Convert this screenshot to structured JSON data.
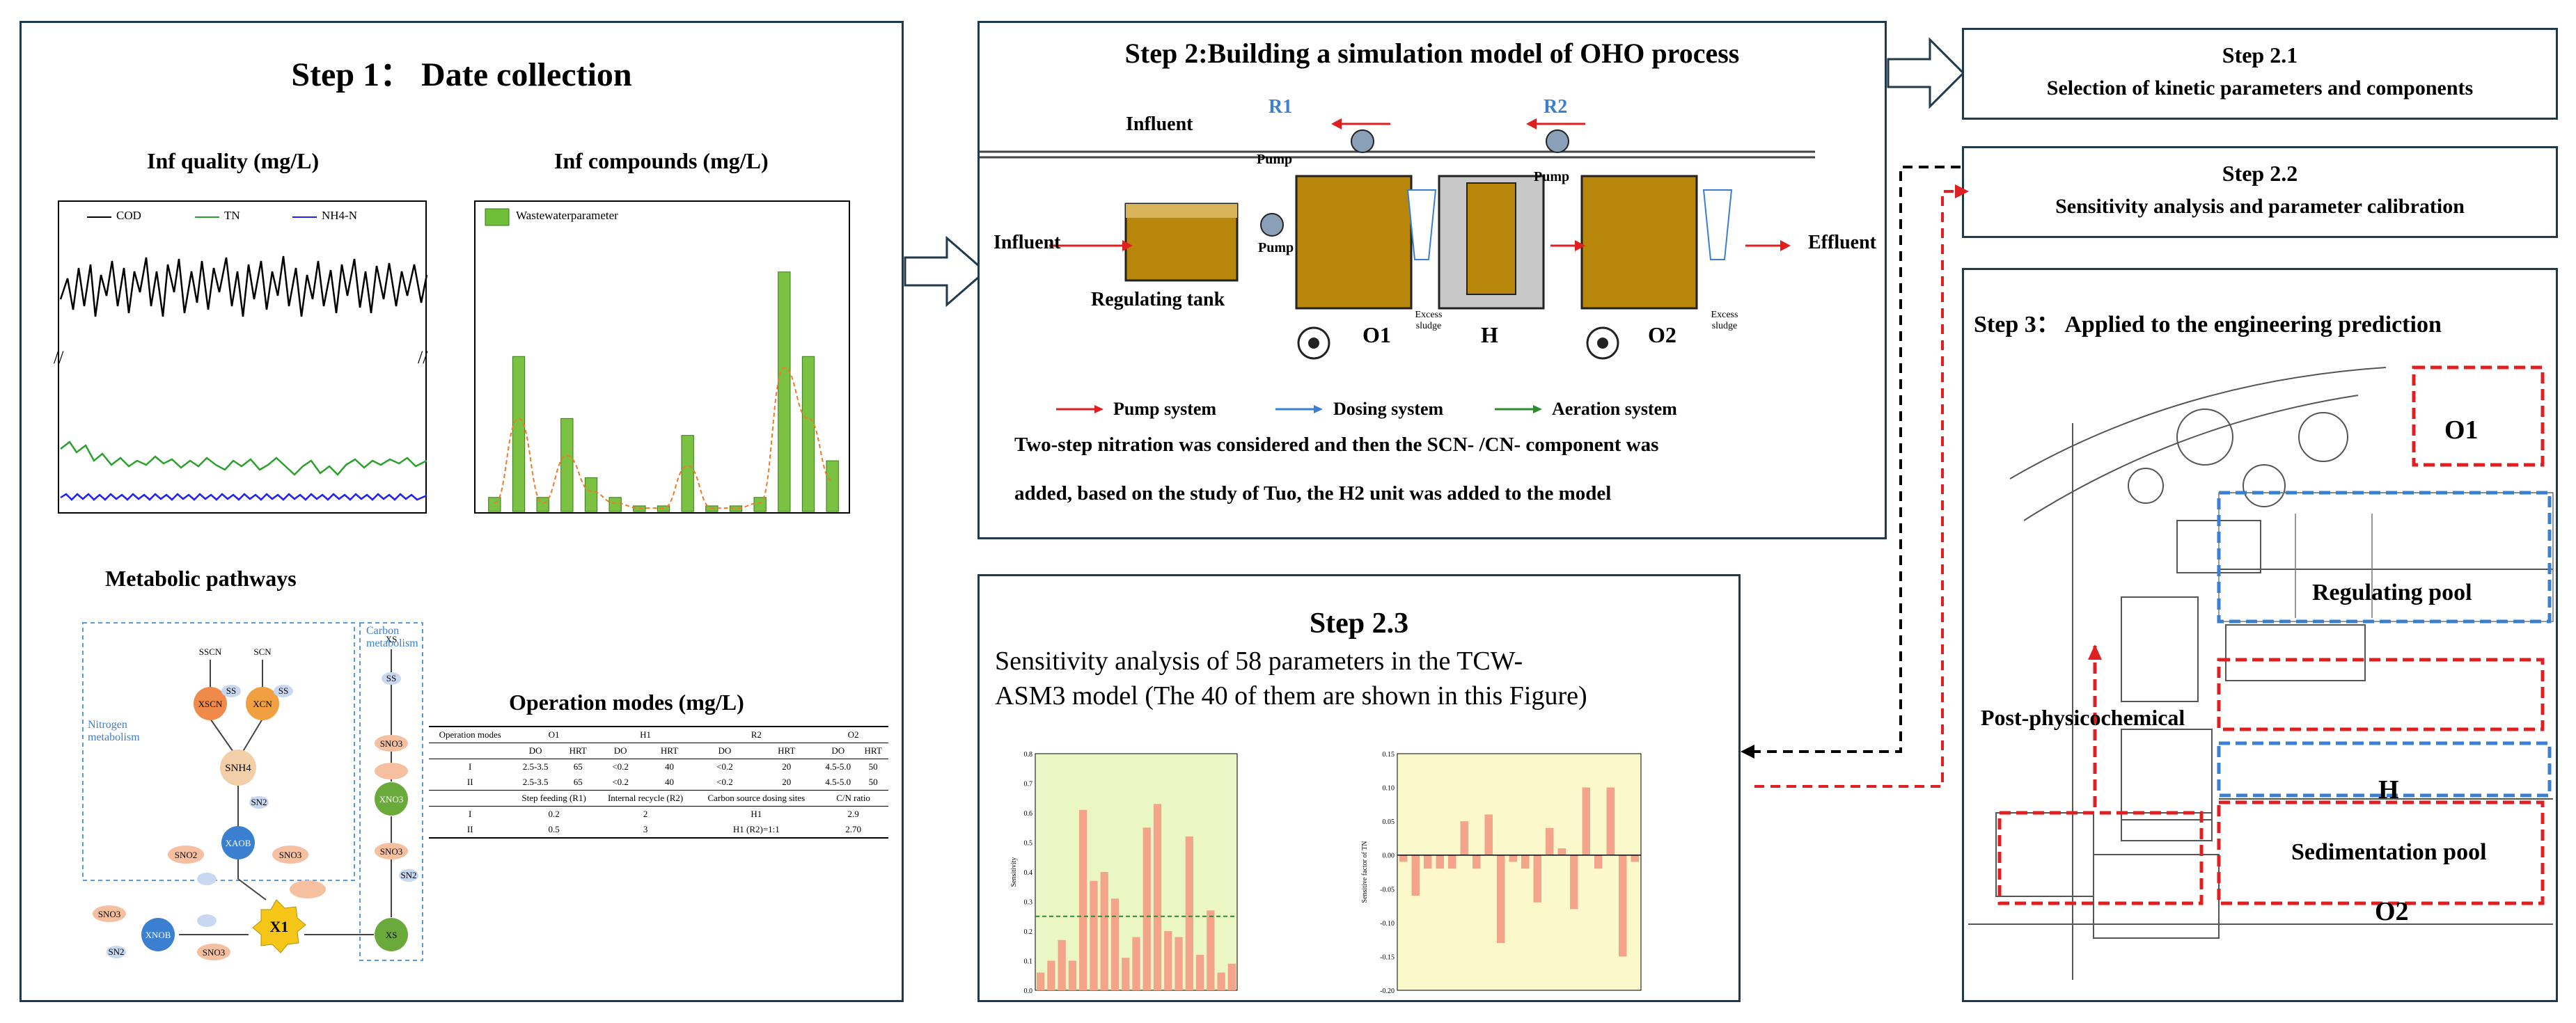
{
  "step1": {
    "title": "Step 1：  Date collection",
    "inf_quality": {
      "title": "Inf quality (mg/L)",
      "legend": [
        "COD",
        "TN",
        "NH4-N"
      ],
      "colors": [
        "#000000",
        "#2ca02c",
        "#1f1fff"
      ]
    },
    "inf_compounds": {
      "title": "Inf compounds (mg/L)",
      "legend": "Wastewaterparameter",
      "values": [
        0.05,
        0.55,
        0.05,
        0.33,
        0.12,
        0.05,
        0.02,
        0.02,
        0.27,
        0.02,
        0.02,
        0.05,
        0.85,
        0.55,
        0.18
      ]
    },
    "metabolic": {
      "title": "Metabolic pathways",
      "nitrogen_label": "Nitrogen metabolism",
      "carbon_label": "Carbon metabolism",
      "nodes": [
        "SSCN",
        "SCN",
        "SS",
        "SS",
        "XSCN",
        "XCN",
        "SNH4",
        "SN2",
        "XAOB",
        "SNO2",
        "SNO3",
        "XNOB",
        "SNO3",
        "SN2",
        "X1",
        "XS",
        "SS",
        "SNO3",
        "XNO3",
        "SN2",
        "SNO3",
        "SNO3",
        "XS"
      ]
    },
    "operation": {
      "title": "Operation modes (mg/L)",
      "header1": [
        "Operation modes",
        "O1",
        "H1",
        "R2",
        "O2"
      ],
      "header2": [
        "",
        "DO",
        "HRT",
        "DO",
        "HRT",
        "DO",
        "HRT",
        "DO",
        "HRT"
      ],
      "rows1": [
        [
          "I",
          "2.5-3.5",
          "65",
          "<0.2",
          "40",
          "<0.2",
          "20",
          "4.5-5.0",
          "50"
        ],
        [
          "II",
          "2.5-3.5",
          "65",
          "<0.2",
          "40",
          "<0.2",
          "20",
          "4.5-5.0",
          "50"
        ]
      ],
      "header3": [
        "",
        "Step feeding (R1)",
        "Internal recycle (R2)",
        "Carbon source dosing sites",
        "C/N ratio"
      ],
      "rows2": [
        [
          "I",
          "0.2",
          "2",
          "H1",
          "2.9"
        ],
        [
          "II",
          "0.5",
          "3",
          "H1 (R2)=1:1",
          "2.70"
        ]
      ]
    }
  },
  "step2": {
    "title": "Step 2:Building a simulation model of OHO process",
    "labels": {
      "influent_top": "Influent",
      "influent_left": "Influent",
      "effluent": "Effluent",
      "r1": "R1",
      "r2": "R2",
      "pump1": "Pump",
      "pump2": "Pump",
      "pump3": "Pump",
      "regulating_tank": "Regulating tank",
      "o1": "O1",
      "h": "H",
      "o2": "O2",
      "excess1": "Excess sludge",
      "excess2": "Excess sludge"
    },
    "legend": [
      "Pump system",
      "Dosing system",
      "Aeration system"
    ],
    "legend_colors": [
      "#e02020",
      "#3a7fd0",
      "#2e8b2e"
    ],
    "description_line1": "Two-step nitration was considered and then the SCN- /CN- component was",
    "description_line2": "added, based on the study of  Tuo, the H2 unit was added to the model"
  },
  "step21": {
    "title": "Step 2.1",
    "subtitle": "Selection of kinetic parameters and components"
  },
  "step22": {
    "title": "Step 2.2",
    "subtitle": "Sensitivity analysis and parameter calibration"
  },
  "step23": {
    "title": "Step 2.3",
    "line1": "Sensitivity analysis of 58 parameters in the TCW-",
    "line2": "ASM3 model (The 40 of them are shown in this Figure)",
    "left_chart": {
      "ylabel": "Sensitivity",
      "ticks": [
        "0.0",
        "0.1",
        "0.2",
        "0.3",
        "0.4",
        "0.5",
        "0.6",
        "0.7",
        "0.8"
      ],
      "threshold": 0.25,
      "values": [
        0.06,
        0.1,
        0.17,
        0.1,
        0.61,
        0.37,
        0.4,
        0.31,
        0.11,
        0.18,
        0.55,
        0.63,
        0.2,
        0.18,
        0.52,
        0.12,
        0.27,
        0.06,
        0.09
      ]
    },
    "right_chart": {
      "ylabel": "Sensitive factor of TN",
      "ticks": [
        "0.15",
        "0.10",
        "0.05",
        "0.00",
        "-0.05",
        "-0.10",
        "-0.15",
        "-0.20"
      ],
      "values": [
        -0.01,
        -0.06,
        -0.02,
        -0.02,
        -0.02,
        0.05,
        -0.02,
        0.06,
        -0.13,
        -0.01,
        -0.02,
        -0.07,
        0.04,
        0.01,
        -0.08,
        0.1,
        -0.02,
        0.1,
        -0.15,
        -0.01
      ]
    }
  },
  "step3": {
    "title": "Step 3：  Applied to the engineering prediction",
    "areas": [
      "O1",
      "Regulating pool",
      "Post-physicochemical",
      "H",
      "Sedimentation  pool",
      "O2"
    ]
  }
}
